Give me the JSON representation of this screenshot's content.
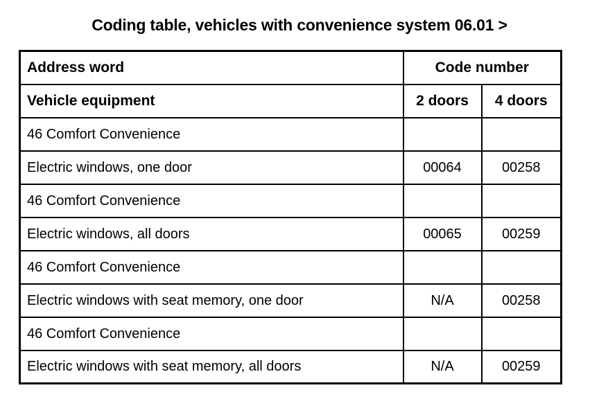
{
  "document": {
    "title": "Coding table, vehicles with convenience system 06.01 >",
    "background_color": "#ffffff",
    "text_color": "#000000"
  },
  "table": {
    "header_rows": [
      {
        "label": "Address word",
        "code_group": "Code number"
      },
      {
        "label": "Vehicle equipment",
        "two_doors": "2 doors",
        "four_doors": "4 doors"
      }
    ],
    "columns": [
      "Address word / Vehicle equipment",
      "2 doors",
      "4 doors"
    ],
    "rows": [
      {
        "label": "46 Comfort Convenience",
        "two_doors": "",
        "four_doors": ""
      },
      {
        "label": "Electric windows, one door",
        "two_doors": "00064",
        "four_doors": "00258"
      },
      {
        "label": "46 Comfort Convenience",
        "two_doors": "",
        "four_doors": ""
      },
      {
        "label": "Electric windows, all doors",
        "two_doors": "00065",
        "four_doors": "00259"
      },
      {
        "label": "46 Comfort Convenience",
        "two_doors": "",
        "four_doors": ""
      },
      {
        "label": "Electric windows with seat memory, one door",
        "two_doors": "N/A",
        "four_doors": "00258"
      },
      {
        "label": "46 Comfort Convenience",
        "two_doors": "",
        "four_doors": ""
      },
      {
        "label": "Electric windows with seat memory, all doors",
        "two_doors": "N/A",
        "four_doors": "00259"
      }
    ]
  }
}
